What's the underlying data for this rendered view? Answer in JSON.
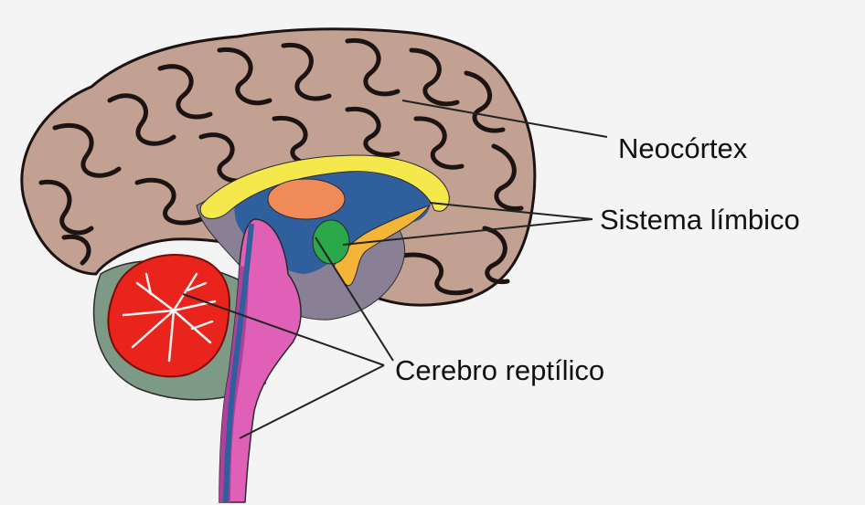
{
  "labels": {
    "neocortex": "Neocórtex",
    "limbic": "Sistema límbico",
    "reptilian": "Cerebro reptílico"
  },
  "colors": {
    "background": "#f4f4f4",
    "cortex": "#c2a092",
    "sulci": "#1c1412",
    "inner_gray": "#8a8096",
    "cerebellum_region": "#7d9a86",
    "cerebellum": "#e8241c",
    "corpus_callosum": "#f4e84c",
    "ventricle": "#2f5f9c",
    "thalamus": "#f08a58",
    "amygdala": "#2aa84a",
    "fornix": "#f4b438",
    "brainstem": "#e060b8",
    "brainstem_dark": "#b0409c",
    "leader_line": "#222222"
  }
}
